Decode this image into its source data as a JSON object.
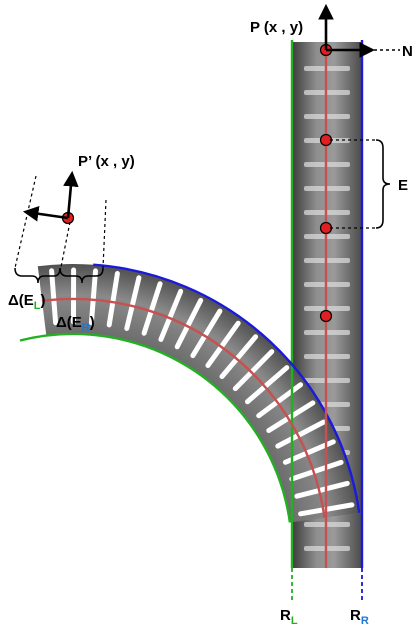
{
  "labels": {
    "p": "P (x , y)",
    "p_prime": "P’ (x , y)",
    "n": "N",
    "e": "E",
    "delta_el_main": "Δ(E",
    "delta_el_sub": "L",
    "delta_el_close": ")",
    "delta_er_main": "Δ(E",
    "delta_er_sub": "R",
    "delta_er_close": ")",
    "rl_main": "R",
    "rl_sub": "L",
    "rr_main": "R",
    "rr_sub": "R"
  },
  "colors": {
    "left_edge": "#22b022",
    "right_edge": "#1a1adc",
    "centerline": "#c85050",
    "point": "#e02020",
    "sub_green": "#22b022",
    "sub_blue": "#1a78dc",
    "body_dark": "#4a4a4a",
    "body_mid": "#8a8a8a",
    "slot": "#ffffff"
  }
}
